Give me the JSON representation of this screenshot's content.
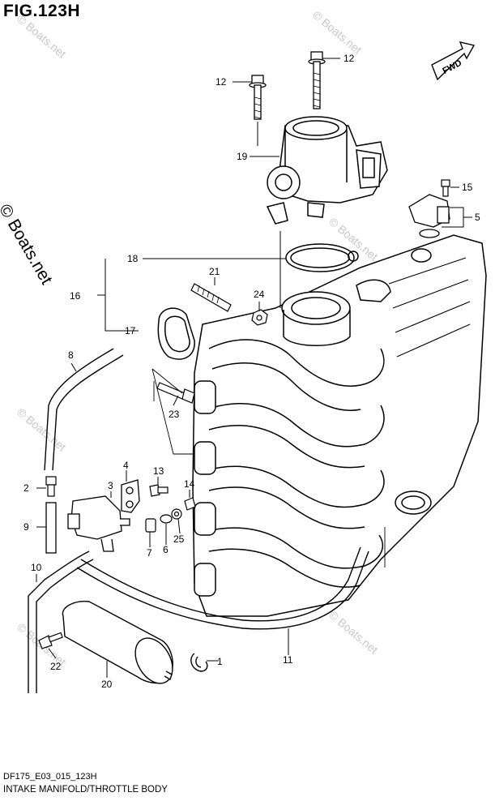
{
  "figure": {
    "title": "FIG.123H",
    "code": "DF175_E03_015_123H",
    "caption": "INTAKE MANIFOLD/THROTTLE BODY",
    "direction_label": "FWD",
    "watermark": "© Boats.net",
    "side_watermark": "© Boats.net"
  },
  "callouts": [
    {
      "id": "c1",
      "label": "1"
    },
    {
      "id": "c2",
      "label": "2"
    },
    {
      "id": "c3",
      "label": "3"
    },
    {
      "id": "c4",
      "label": "4"
    },
    {
      "id": "c5",
      "label": "5"
    },
    {
      "id": "c6",
      "label": "6"
    },
    {
      "id": "c7",
      "label": "7"
    },
    {
      "id": "c8",
      "label": "8"
    },
    {
      "id": "c9",
      "label": "9"
    },
    {
      "id": "c10",
      "label": "10"
    },
    {
      "id": "c11",
      "label": "11"
    },
    {
      "id": "c12a",
      "label": "12"
    },
    {
      "id": "c12b",
      "label": "12"
    },
    {
      "id": "c13",
      "label": "13"
    },
    {
      "id": "c14",
      "label": "14"
    },
    {
      "id": "c15",
      "label": "15"
    },
    {
      "id": "c16",
      "label": "16"
    },
    {
      "id": "c17",
      "label": "17"
    },
    {
      "id": "c18",
      "label": "18"
    },
    {
      "id": "c19",
      "label": "19"
    },
    {
      "id": "c20",
      "label": "20"
    },
    {
      "id": "c21",
      "label": "21"
    },
    {
      "id": "c22",
      "label": "22"
    },
    {
      "id": "c23",
      "label": "23"
    },
    {
      "id": "c24",
      "label": "24"
    },
    {
      "id": "c25",
      "label": "25"
    }
  ]
}
